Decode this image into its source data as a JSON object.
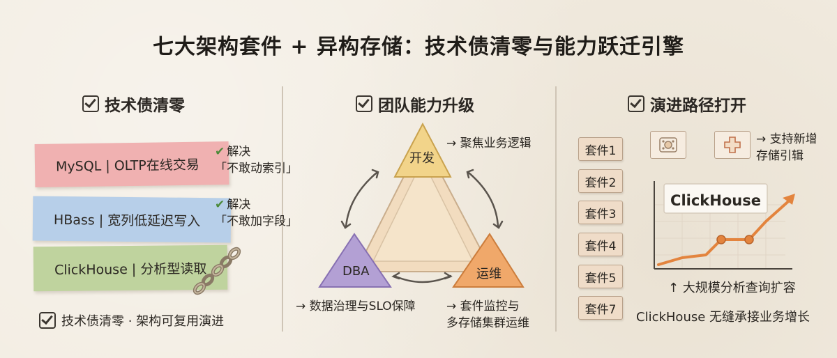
{
  "title": "七大架构套件 + 异构存储：技术债清零与能力跃迁引擎",
  "left": {
    "heading": "技术债清零",
    "notes": [
      {
        "label": "MySQL | OLTP在线交易",
        "solve_title": "解决",
        "solve_detail": "「不敢动索引」"
      },
      {
        "label": "HBass | 宽列低延迟写入",
        "solve_title": "解决",
        "solve_detail": "「不敢加字段」"
      },
      {
        "label": "ClickHouse | 分析型读取"
      }
    ],
    "footer": "技术债清零 · 架构可复用演进",
    "check_mark": "✔"
  },
  "middle": {
    "heading": "团队能力升级",
    "top_node": "开发",
    "left_node": "DBA",
    "right_node": "运维",
    "top_note": "→ 聚焦业务逻辑",
    "left_note": "→ 数据治理与SLO保障",
    "right_note_line1": "→ 套件监控与",
    "right_note_line2": "多存储集群运维",
    "colors": {
      "top": "#f2d48a",
      "left": "#b3a0d4",
      "right": "#f0a86a",
      "center": "#f2dcbf"
    }
  },
  "right": {
    "heading": "演进路径打开",
    "suites": [
      "套件1",
      "套件2",
      "套件3",
      "套件4",
      "套件5",
      "套件7"
    ],
    "support_line1": "→ 支持新增",
    "support_line2": "存储引辑",
    "chart_label": "ClickHouse",
    "scale_note": "↑ 大规模分析查询扩容",
    "footer": "ClickHouse 无缝承接业务增长",
    "icons": [
      "gear-grid-icon",
      "plus-cross-icon"
    ],
    "accent": "#e3843e"
  }
}
